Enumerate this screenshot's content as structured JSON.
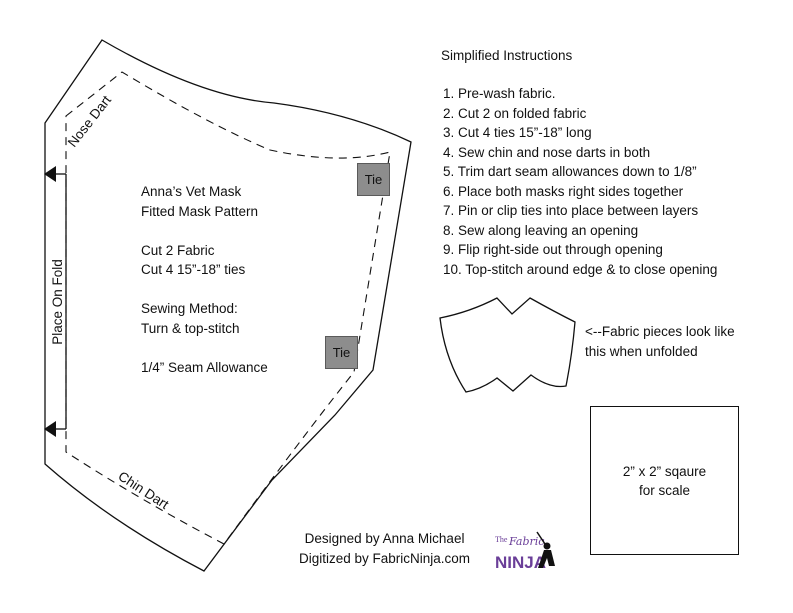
{
  "instructions": {
    "title": "Simplified Instructions",
    "steps": [
      "1. Pre-wash fabric.",
      "2. Cut 2 on folded fabric",
      "3. Cut 4 ties 15”-18” long",
      "4. Sew chin and nose darts in both",
      "5. Trim dart seam allowances down to 1/8”",
      "6. Place both masks right sides together",
      "7. Pin or clip ties into place between layers",
      "8. Sew along leaving an opening",
      "9. Flip right-side out through opening",
      "10. Top-stitch around edge & to close opening"
    ]
  },
  "pattern": {
    "name_line1": "Anna’s Vet Mask",
    "name_line2": "Fitted Mask Pattern",
    "cut_fabric": "Cut 2 Fabric",
    "cut_ties": "Cut 4 15”-18” ties",
    "method_label": "Sewing Method:",
    "method_value": "Turn & top-stitch",
    "seam_allowance": "1/4” Seam Allowance",
    "nose_dart_label": "Nose Dart",
    "chin_dart_label": "Chin Dart",
    "fold_label": "Place On Fold",
    "tie_label": "Tie"
  },
  "unfolded_note": {
    "line1": "<--Fabric pieces look like",
    "line2": "this when unfolded"
  },
  "scale_square": {
    "line1": "2” x 2” sqaure",
    "line2": "for scale"
  },
  "credits": {
    "designer": "Designed by Anna Michael",
    "digitizer": "Digitized by FabricNinja.com"
  },
  "logo": {
    "small_text": "The",
    "script_text": "Fabric",
    "main_text": "NINJA",
    "accent_color": "#6a3e98"
  },
  "colors": {
    "line": "#111111",
    "tie_fill": "#8d8d8d"
  }
}
